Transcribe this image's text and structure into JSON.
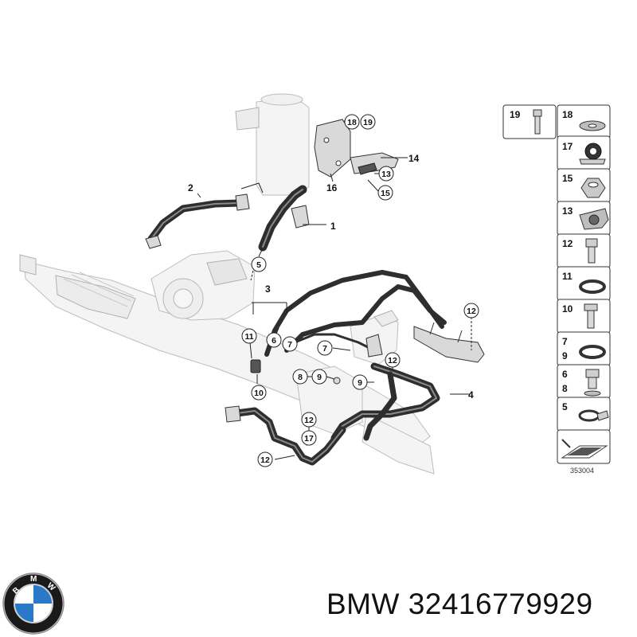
{
  "diagram": {
    "callouts_plain": [
      "1",
      "2",
      "3",
      "4",
      "14",
      "16"
    ],
    "callouts_circled": [
      "5",
      "6",
      "7",
      "7",
      "8",
      "9",
      "9",
      "10",
      "11",
      "12",
      "12",
      "12",
      "12",
      "13",
      "15",
      "17",
      "18",
      "19"
    ],
    "legend": {
      "rows": [
        {
          "id": "19",
          "label": "19"
        },
        {
          "id": "18",
          "label": "18"
        },
        {
          "id": "17",
          "label": "17"
        },
        {
          "id": "15",
          "label": "15"
        },
        {
          "id": "13",
          "label": "13"
        },
        {
          "id": "12",
          "label": "12"
        },
        {
          "id": "11",
          "label": "11"
        },
        {
          "id": "10",
          "label": "10"
        },
        {
          "id": "7-9",
          "label_top": "7",
          "label_bottom": "9"
        },
        {
          "id": "6-8",
          "label_top": "6",
          "label_bottom": "8"
        },
        {
          "id": "5",
          "label": "5"
        }
      ]
    },
    "diagram_number": "353004"
  },
  "footer": {
    "brand_logo_text": "BMW",
    "part_number": "BMW 32416779929"
  }
}
